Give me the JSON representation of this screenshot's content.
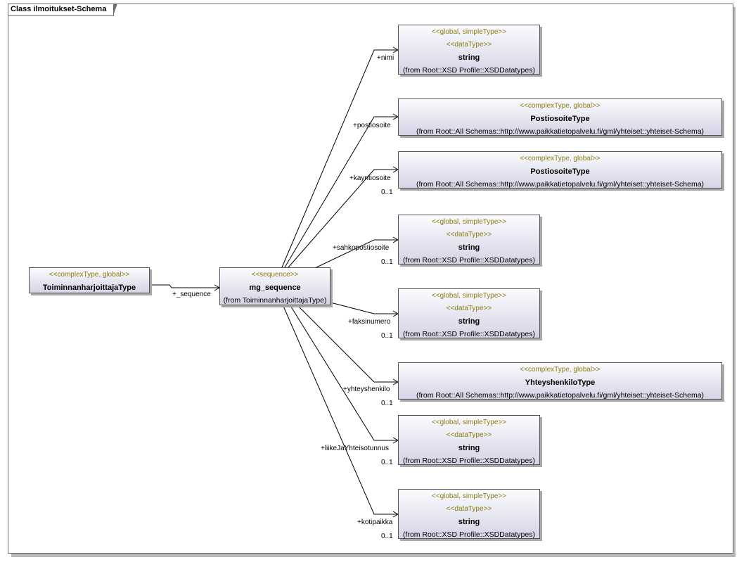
{
  "frame": {
    "title": "Class ilmoitukset-Schema"
  },
  "root": {
    "stereotype": "<<complexType, global>>",
    "name": "ToiminnanharjoittajaType",
    "role": "+_sequence"
  },
  "sequence": {
    "stereotype": "<<sequence>>",
    "name": "mg_sequence",
    "from": "(from ToiminnanharjoittajaType)"
  },
  "targets": [
    {
      "stereo1": "<<global, simpleType>>",
      "stereo2": "<<dataType>>",
      "name": "string",
      "from": "(from Root::XSD Profile::XSDDatatypes)",
      "role": "+nimi",
      "mult": ""
    },
    {
      "stereo1": "<<complexType, global>>",
      "stereo2": "",
      "name": "PostiosoiteType",
      "from": "(from Root::All Schemas::http://www.paikkatietopalvelu.fi/gml/yhteiset::yhteiset-Schema)",
      "role": "+postiosoite",
      "mult": ""
    },
    {
      "stereo1": "<<complexType, global>>",
      "stereo2": "",
      "name": "PostiosoiteType",
      "from": "(from Root::All Schemas::http://www.paikkatietopalvelu.fi/gml/yhteiset::yhteiset-Schema)",
      "role": "+kayntiosoite",
      "mult": "0..1"
    },
    {
      "stereo1": "<<global, simpleType>>",
      "stereo2": "<<dataType>>",
      "name": "string",
      "from": "(from Root::XSD Profile::XSDDatatypes)",
      "role": "+sahkopostiosoite",
      "mult": "0..1"
    },
    {
      "stereo1": "<<global, simpleType>>",
      "stereo2": "<<dataType>>",
      "name": "string",
      "from": "(from Root::XSD Profile::XSDDatatypes)",
      "role": "+faksinumero",
      "mult": "0..1"
    },
    {
      "stereo1": "<<complexType, global>>",
      "stereo2": "",
      "name": "YhteyshenkiloType",
      "from": "(from Root::All Schemas::http://www.paikkatietopalvelu.fi/gml/yhteiset::yhteiset-Schema)",
      "role": "+yhteyshenkilo",
      "mult": "0..1"
    },
    {
      "stereo1": "<<global, simpleType>>",
      "stereo2": "<<dataType>>",
      "name": "string",
      "from": "(from Root::XSD Profile::XSDDatatypes)",
      "role": "+liikeJaYhteisotunnus",
      "mult": "0..1"
    },
    {
      "stereo1": "<<global, simpleType>>",
      "stereo2": "<<dataType>>",
      "name": "string",
      "from": "(from Root::XSD Profile::XSDDatatypes)",
      "role": "+kotipaikka",
      "mult": "0..1"
    }
  ]
}
